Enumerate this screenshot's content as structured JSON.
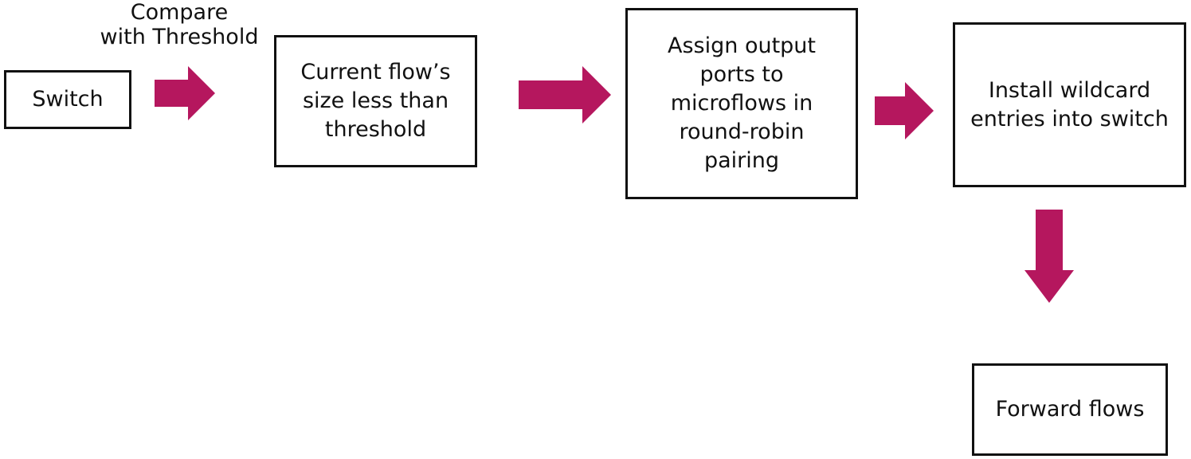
{
  "diagram": {
    "nodes": [
      {
        "id": "switch",
        "label": "Switch"
      },
      {
        "id": "current",
        "label": "Current flow’s\nsize  less than\nthreshold"
      },
      {
        "id": "assign",
        "label": "Assign output\nports to\nmicroflows in\nround-robin\npairing"
      },
      {
        "id": "install",
        "label": "Install wildcard\nentries into switch"
      },
      {
        "id": "forward",
        "label": "Forward flows"
      }
    ],
    "edge_label": "Compare\nwith Threshold",
    "edges": [
      {
        "from": "switch",
        "to": "current"
      },
      {
        "from": "current",
        "to": "assign"
      },
      {
        "from": "assign",
        "to": "install"
      },
      {
        "from": "install",
        "to": "forward"
      }
    ],
    "colors": {
      "arrow": "#b5175e",
      "border": "#111111",
      "text": "#111111",
      "background": "#ffffff"
    }
  }
}
